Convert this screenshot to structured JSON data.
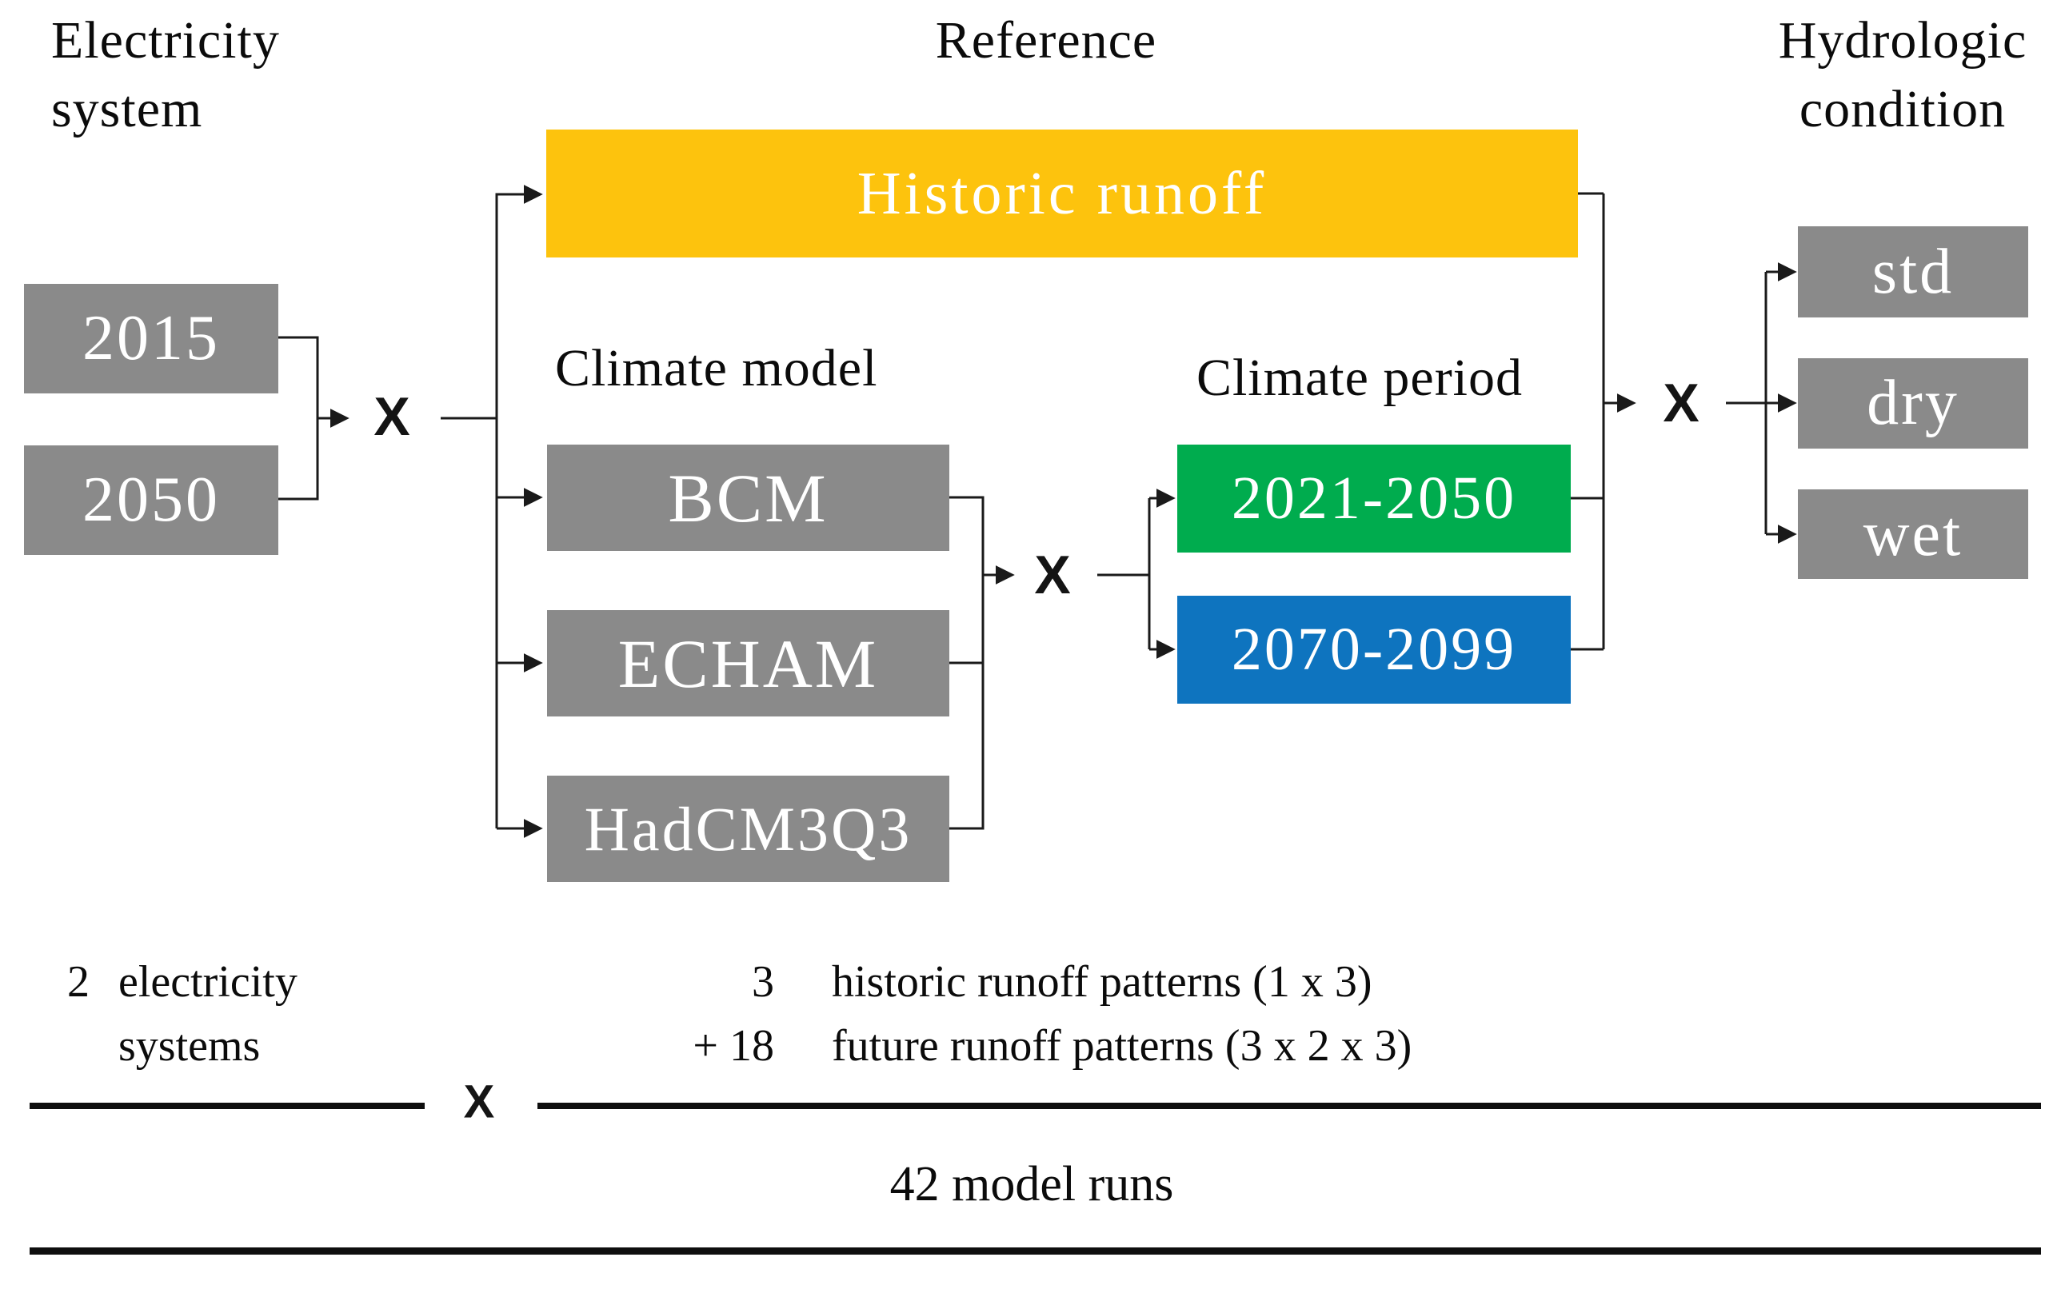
{
  "colors": {
    "box_gray": "#8a8a8a",
    "runoff_yellow": "#fdc30d",
    "period_green": "#00ac4e",
    "period_blue": "#0e74bf",
    "text_black": "#0b0b0b",
    "line_black": "#1a1a1a",
    "box_text_white": "#ffffff"
  },
  "headers": {
    "electricity_line1": "Electricity",
    "electricity_line2": "system",
    "reference": "Reference",
    "climate_model": "Climate model",
    "climate_period": "Climate period",
    "hydrologic_line1": "Hydrologic",
    "hydrologic_line2": "condition"
  },
  "electricity_systems": [
    "2015",
    "2050"
  ],
  "reference_box_label": "Historic runoff",
  "climate_models": [
    "BCM",
    "ECHAM",
    "HadCM3Q3"
  ],
  "climate_periods": [
    "2021-2050",
    "2070-2099"
  ],
  "hydrologic_conditions": [
    "std",
    "dry",
    "wet"
  ],
  "operators": {
    "multiply": "X"
  },
  "summary": {
    "systems_count": "2",
    "systems_label_line1": "electricity",
    "systems_label_line2": "systems",
    "historic_count": "3",
    "historic_label": "historic runoff patterns (1 x 3)",
    "future_count": "+ 18",
    "future_label": "future runoff patterns (3 x 2 x 3)",
    "total_label": "42 model runs"
  }
}
